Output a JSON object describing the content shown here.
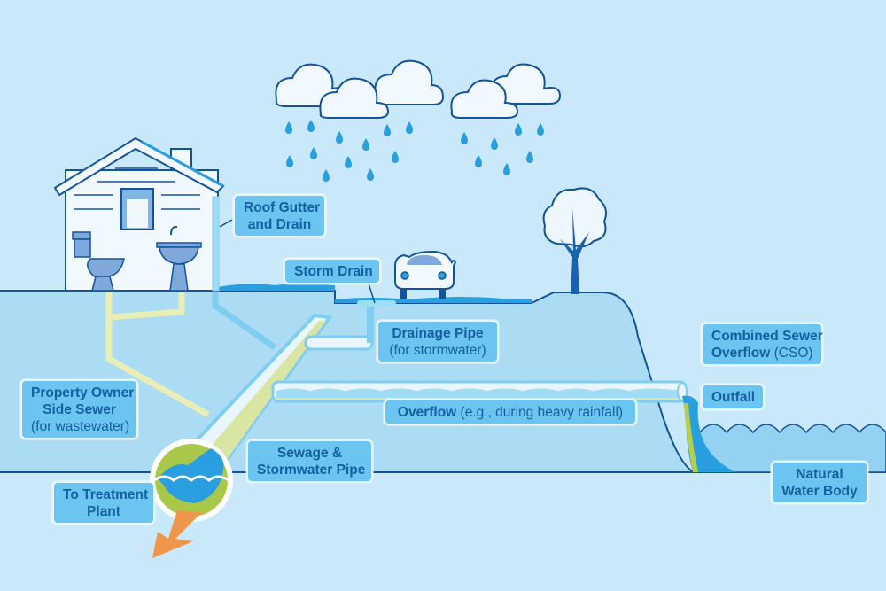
{
  "title": "Combined sewer system diagram",
  "colors": {
    "sky": "#c9e9fb",
    "ground": "#acdcf3",
    "label_fill": "#6cc4f0",
    "label_text": "#1560a0",
    "outline": "#14539a",
    "water": "#2a9fe0",
    "sewage": "#a9c84a",
    "arrow": "#f0964a"
  },
  "labels": {
    "roof_gutter": {
      "line1": "Roof Gutter",
      "line2": "and Drain"
    },
    "storm_drain": {
      "line1": "Storm Drain"
    },
    "drainage_pipe": {
      "line1": "Drainage Pipe",
      "line2": "(for stormwater)"
    },
    "combined_sewer_overflow": {
      "line1": "Combined Sewer",
      "line2_bold": "Overflow",
      "line2_normal": " (CSO)"
    },
    "outfall": {
      "line1": "Outfall"
    },
    "overflow": {
      "bold": "Overflow",
      "normal": " (e.g., during heavy rainfall)"
    },
    "property_owner": {
      "line1": "Property Owner",
      "line2": "Side Sewer",
      "line3": "(for wastewater)"
    },
    "sewage_pipe": {
      "line1": "Sewage &",
      "line2": "Stormwater Pipe"
    },
    "treatment_plant": {
      "line1": "To Treatment",
      "line2": "Plant"
    },
    "natural_water": {
      "line1": "Natural",
      "line2": "Water Body"
    }
  }
}
